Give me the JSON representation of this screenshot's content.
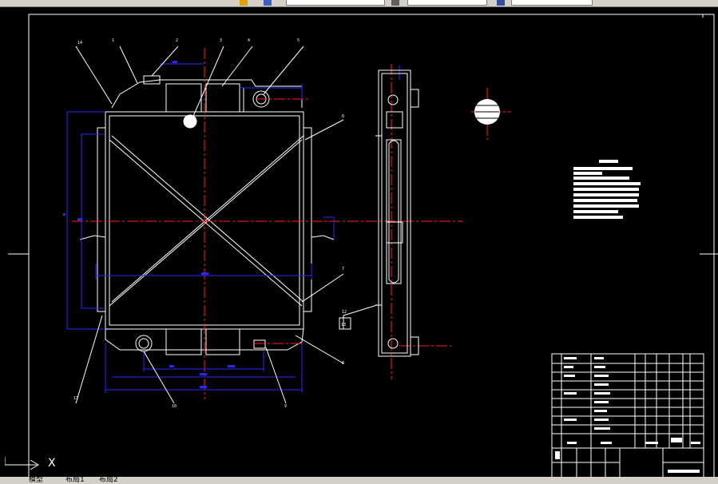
{
  "toolbar": {
    "field1": "",
    "field2": "",
    "field3": ""
  },
  "tabs": [
    "模型",
    "布局1",
    "布局2"
  ],
  "ucs_label": "X",
  "balloons": [
    "14",
    "1",
    "2",
    "3",
    "4",
    "5",
    "6",
    "7",
    "8",
    "9",
    "10",
    "11",
    "12",
    "13"
  ],
  "colors": {
    "outline": "#ffffff",
    "centerline": "#ff2020",
    "dimension": "#2a2aff",
    "background": "#000000"
  },
  "icons": [
    "ucs-icon",
    "layer-icon",
    "linetype-icon",
    "properties-icon"
  ]
}
